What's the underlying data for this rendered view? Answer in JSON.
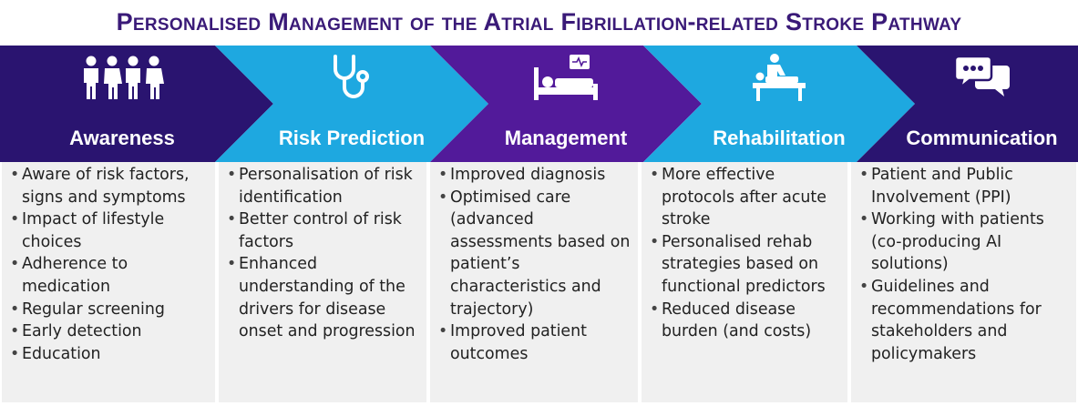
{
  "title": "Personalised Management of the Atrial Fibrillation-related Stroke Pathway",
  "colors": {
    "dark_purple": "#2a1470",
    "light_blue": "#1ea8e0",
    "purple": "#521a9a",
    "box_bg": "#f0f0f0",
    "title": "#3a1a78"
  },
  "stages": [
    {
      "label": "Awareness",
      "icon": "people-group-icon",
      "bullets": [
        "Aware of risk factors, signs and symptoms",
        "Impact of lifestyle choices",
        "Adherence to medication",
        "Regular screening",
        "Early detection",
        "Education"
      ]
    },
    {
      "label": "Risk Prediction",
      "icon": "stethoscope-icon",
      "bullets": [
        "Personalisation of risk identification",
        "Better control of risk factors",
        "Enhanced understanding of the drivers for disease onset and progression"
      ]
    },
    {
      "label": "Management",
      "icon": "hospital-bed-monitor-icon",
      "bullets": [
        "Improved diagnosis",
        "Optimised care (advanced assessments based on patient’s characteristics and trajectory)",
        "Improved patient outcomes"
      ]
    },
    {
      "label": "Rehabilitation",
      "icon": "physiotherapy-icon",
      "bullets": [
        "More effective protocols after acute stroke",
        "Personalised rehab strategies based on functional predictors",
        "Reduced disease burden (and costs)"
      ]
    },
    {
      "label": "Communication",
      "icon": "chat-bubbles-icon",
      "bullets": [
        "Patient and Public Involvement (PPI)",
        "Working with patients (co-producing AI solutions)",
        "Guidelines and recommendations for stakeholders and policymakers"
      ]
    }
  ]
}
